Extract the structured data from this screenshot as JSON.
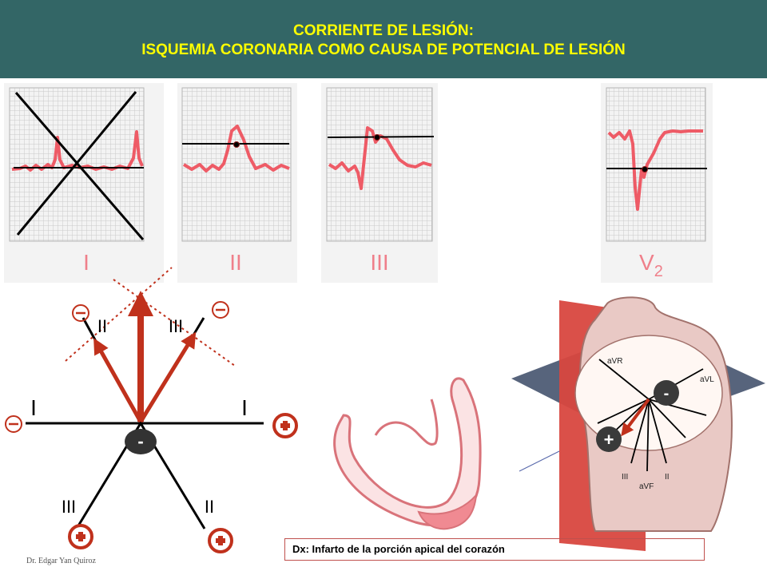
{
  "header": {
    "title_line1": "CORRIENTE DE LESIÓN:",
    "title_line2": "ISQUEMIA CORONARIA COMO CAUSA DE POTENCIAL DE LESIÓN"
  },
  "ecg_leads": {
    "lead_I": "I",
    "lead_II": "II",
    "lead_III": "III",
    "lead_V2_base": "V",
    "lead_V2_sub": "2"
  },
  "axis_diagram": {
    "label_I_left": "I",
    "label_I_right": "I",
    "label_II_top": "II",
    "label_III_top": "III",
    "label_III_bottom": "III",
    "label_II_bottom": "II",
    "center_sign": "-"
  },
  "torso": {
    "aVR": "aVR",
    "aVL": "aVL",
    "aVF": "aVF",
    "lead_III": "III",
    "lead_II": "II",
    "minus_sign": "-",
    "plus_sign": "+"
  },
  "caption": {
    "text": "Dx: Infarto de la porción apical del corazón"
  },
  "footer": {
    "author": "Dr. Edgar Yan Quiroz"
  },
  "colors": {
    "header_bg": "#336666",
    "title": "#ffff00",
    "arrow": "#c0311c",
    "ecg_trace": "#ee5b66"
  }
}
